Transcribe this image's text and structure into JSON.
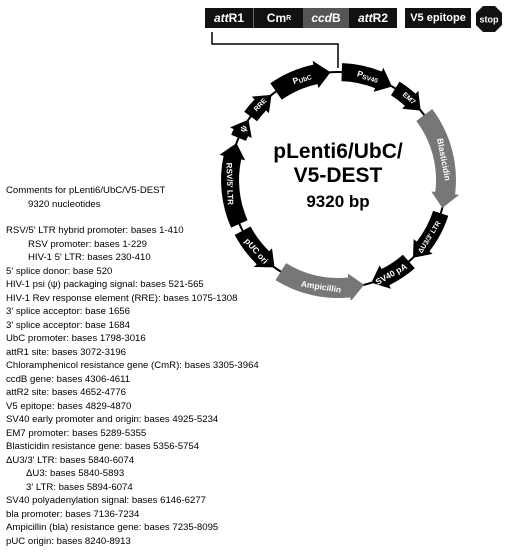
{
  "plasmid": {
    "name_line1": "pLenti6/UbC/",
    "name_line2": "V5-DEST",
    "size": "9320 bp"
  },
  "cassette": {
    "attR1": "R1",
    "attR1_prefix": "att",
    "cmr": "Cm",
    "cmr_sup": "R",
    "ccdb": "B",
    "ccdb_prefix": "ccd",
    "attR2": "R2",
    "attR2_prefix": "att",
    "v5": "V5 epitope",
    "stop": "stop"
  },
  "features": {
    "psv40": "P",
    "psv40_sub": "SV40",
    "em7": "EM7",
    "blasticidin": "Blasticidin",
    "ltr3": "ΔU3/3' LTR",
    "sv40pa": "SV40 pA",
    "ampicillin": "Ampicillin",
    "puc": "pUC ori",
    "rsv": "RSV/5' LTR",
    "psi": "ψ",
    "rre": "RRE",
    "pubc": "P",
    "pubc_sub": "UbC"
  },
  "comments": {
    "header1": "Comments for pLenti6/UbC/V5-DEST",
    "header2": "9320 nucleotides",
    "lines": [
      {
        "text": "RSV/5' LTR hybrid promoter: bases 1-410",
        "indent": 0
      },
      {
        "text": "RSV promoter: bases 1-229",
        "indent": 1
      },
      {
        "text": "HIV-1 5' LTR: bases 230-410",
        "indent": 1
      },
      {
        "text": "5' splice donor: base 520",
        "indent": 0
      },
      {
        "text": "HIV-1 psi (ψ) packaging signal: bases 521-565",
        "indent": 0
      },
      {
        "text": "HIV-1 Rev response element (RRE): bases 1075-1308",
        "indent": 0
      },
      {
        "text": "3' splice acceptor: base 1656",
        "indent": 0
      },
      {
        "text": "3' splice acceptor: base 1684",
        "indent": 0
      },
      {
        "text": "UbC promoter: bases 1798-3016",
        "indent": 0
      },
      {
        "text": "attR1 site: bases 3072-3196",
        "indent": 0
      },
      {
        "text": "Chloramphenicol resistance gene (CmR): bases 3305-3964",
        "indent": 0
      },
      {
        "text": "ccdB gene: bases 4306-4611",
        "indent": 0
      },
      {
        "text": "attR2 site: bases 4652-4776",
        "indent": 0
      },
      {
        "text": "V5 epitope: bases 4829-4870",
        "indent": 0
      },
      {
        "text": "SV40 early promoter and origin: bases 4925-5234",
        "indent": 0
      },
      {
        "text": "EM7 promoter: bases 5289-5355",
        "indent": 0
      },
      {
        "text": "Blasticidin resistance gene: bases 5356-5754",
        "indent": 0
      },
      {
        "text": "ΔU3/3' LTR: bases 5840-6074",
        "indent": 0
      },
      {
        "text": "ΔU3: bases 5840-5893",
        "indent": 2
      },
      {
        "text": "3' LTR: bases 5894-6074",
        "indent": 2
      },
      {
        "text": "SV40 polyadenylation signal: bases 6146-6277",
        "indent": 0
      },
      {
        "text": "bla promoter: bases 7136-7234",
        "indent": 0
      },
      {
        "text": "Ampicillin (bla) resistance gene: bases 7235-8095",
        "indent": 0
      },
      {
        "text": "pUC origin: bases 8240-8913",
        "indent": 0
      }
    ]
  }
}
